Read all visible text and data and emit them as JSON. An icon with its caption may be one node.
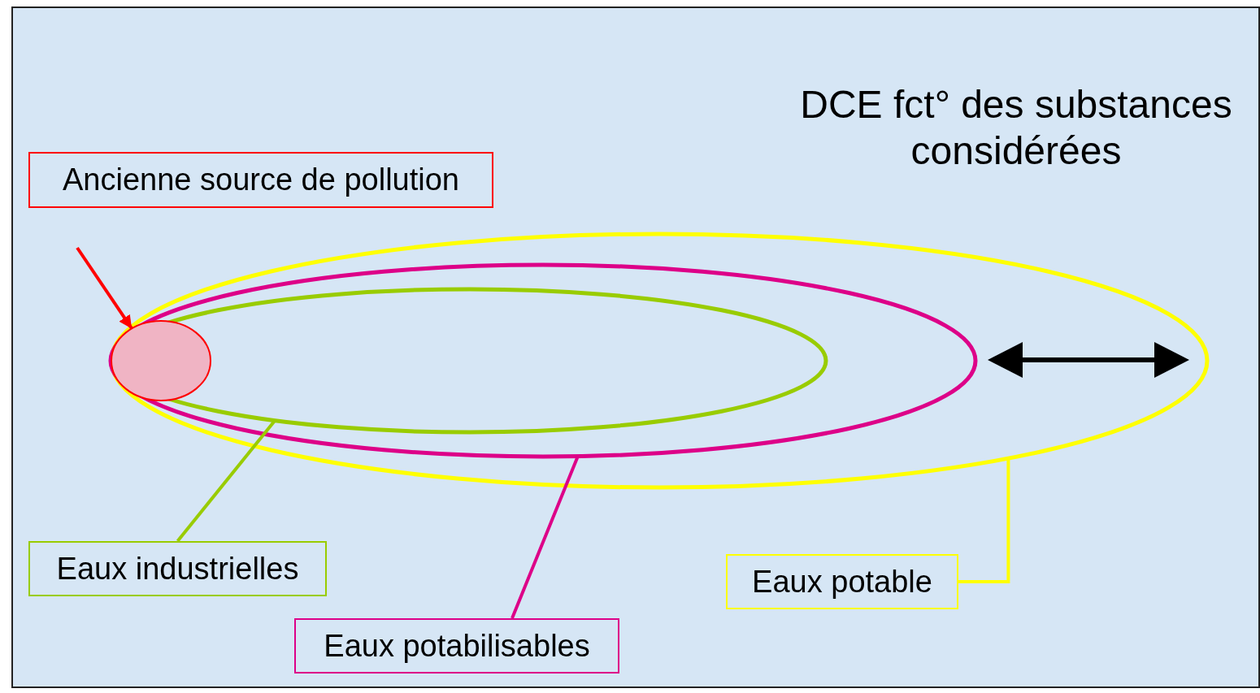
{
  "diagram": {
    "nodes": [
      {
        "text": [
          "Ancienne source de pollution"
        ]
      },
      {
        "text": [],
        "shape": "ellipse"
      },
      {
        "text": [],
        "shape": "ellipse",
        "in": 1
      },
      {
        "text": [],
        "shape": "ellipse",
        "in": 2
      },
      {
        "text": [],
        "shape": "ellipse",
        "in": 3
      },
      {
        "text": [
          "Eaux industrielles"
        ]
      },
      {
        "text": [
          "Eaux potabilisables"
        ]
      },
      {
        "text": [
          "Eaux potable"
        ]
      }
    ],
    "edges": [
      {
        "from": null,
        "to": 4,
        "arrow": "to",
        "color": "#ff0000"
      },
      {
        "from": 5,
        "to": 3,
        "arrow": "none",
        "color": "#99cc00"
      },
      {
        "from": 6,
        "to": 2,
        "arrow": "none",
        "color": "#dd0088"
      },
      {
        "from": 7,
        "to": 1,
        "arrow": "none",
        "color": "#ffff00"
      }
    ],
    "labels": [
      "DCE fct° des substances considérées"
    ]
  }
}
